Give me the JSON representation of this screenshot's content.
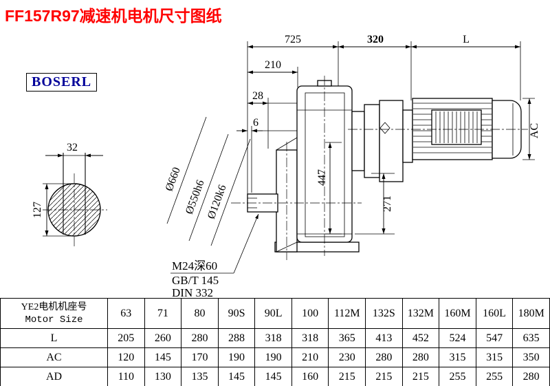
{
  "page": {
    "title": "FF157R97减速机电机尺寸图纸",
    "brand": "BOSERL"
  },
  "drawing": {
    "dim_725": "725",
    "dim_320": "320",
    "dim_L": "L",
    "dim_210": "210",
    "dim_28": "28",
    "dim_6": "6",
    "dim_AC": "AC",
    "dim_447": "447",
    "dim_271": "271",
    "dim_32": "32",
    "dim_127": "127",
    "dia_flange": "Ø660",
    "dia_spigot": "Ø550h6",
    "dia_shaft": "Ø120k6",
    "note_thread": "M24深60",
    "note_gb": "GB/T 145",
    "note_din": "DIN 332"
  },
  "table": {
    "header_cn": "YE2电机机座号",
    "header_en": "Motor Size",
    "sizes": [
      "63",
      "71",
      "80",
      "90S",
      "90L",
      "100",
      "112M",
      "132S",
      "132M",
      "160M",
      "160L",
      "180M"
    ],
    "rows": [
      {
        "label": "L",
        "values": [
          "205",
          "260",
          "280",
          "288",
          "318",
          "318",
          "365",
          "413",
          "452",
          "524",
          "547",
          "635"
        ]
      },
      {
        "label": "AC",
        "values": [
          "120",
          "145",
          "170",
          "190",
          "190",
          "210",
          "230",
          "280",
          "280",
          "315",
          "315",
          "350"
        ]
      },
      {
        "label": "AD",
        "values": [
          "110",
          "130",
          "135",
          "145",
          "145",
          "160",
          "215",
          "215",
          "215",
          "255",
          "255",
          "280"
        ]
      }
    ]
  }
}
